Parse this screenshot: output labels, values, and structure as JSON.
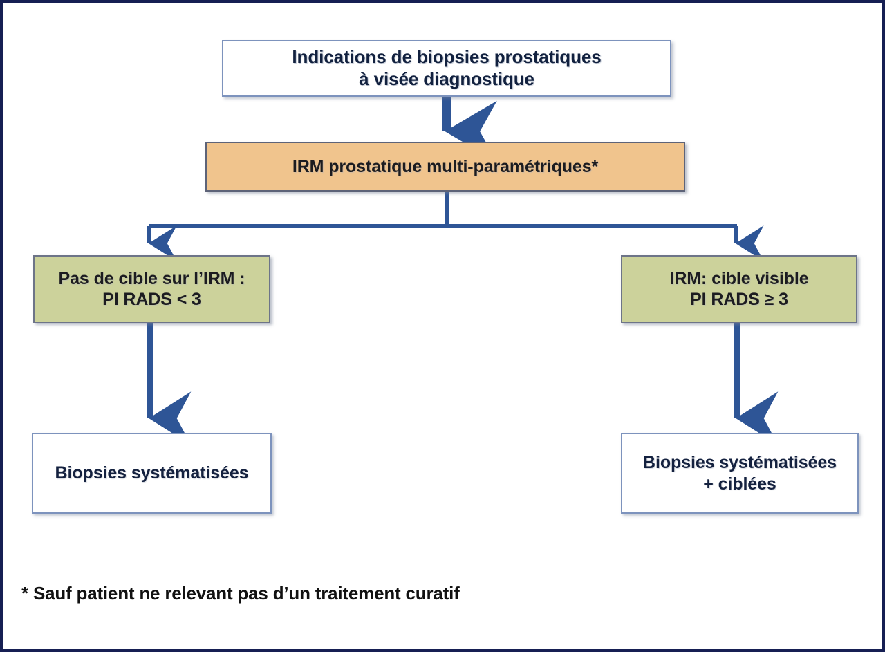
{
  "diagram": {
    "type": "flowchart",
    "language": "fr",
    "orientation": "top-down",
    "frame_color": "#161f53",
    "arrow_color": "#2e5596",
    "nodes": [
      {
        "id": "indications",
        "shape": "rectangle",
        "fill": "#ffffff",
        "border": "#7d93bd",
        "line1": "Indications de biopsies prostatiques",
        "line2": "à visée diagnostique"
      },
      {
        "id": "irm",
        "shape": "rectangle",
        "fill": "#f0c48d",
        "border": "#5d6378",
        "line1": "IRM prostatique multi-paramétriques*"
      },
      {
        "id": "no-target",
        "shape": "rectangle",
        "fill": "#ccd29b",
        "border": "#6d7488",
        "line1": "Pas de cible sur l’IRM :",
        "line2": "PI RADS < 3"
      },
      {
        "id": "target-visible",
        "shape": "rectangle",
        "fill": "#ccd29b",
        "border": "#6d7488",
        "line1": "IRM: cible visible",
        "line2": "PI RADS ≥ 3"
      },
      {
        "id": "systematic",
        "shape": "rectangle",
        "fill": "#ffffff",
        "border": "#7d93bd",
        "line1": "Biopsies systématisées"
      },
      {
        "id": "systematic-targeted",
        "shape": "rectangle",
        "fill": "#ffffff",
        "border": "#7d93bd",
        "line1": "Biopsies systématisées",
        "line2": "+ ciblées"
      }
    ],
    "edges": [
      {
        "from": "indications",
        "to": "irm",
        "style": "straight-arrow"
      },
      {
        "from": "irm",
        "to": "no-target",
        "style": "elbow-arrow"
      },
      {
        "from": "irm",
        "to": "target-visible",
        "style": "elbow-arrow"
      },
      {
        "from": "no-target",
        "to": "systematic",
        "style": "straight-arrow"
      },
      {
        "from": "target-visible",
        "to": "systematic-targeted",
        "style": "straight-arrow"
      }
    ],
    "footnote": "* Sauf patient ne relevant pas d’un traitement curatif"
  }
}
